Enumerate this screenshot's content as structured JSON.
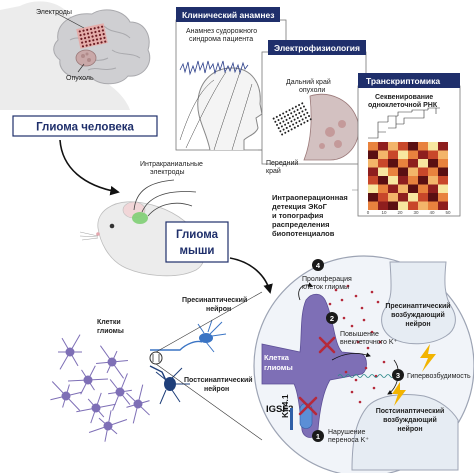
{
  "top_left": {
    "electrodes_label": "Электроды",
    "tumor_label": "Опухоль",
    "human_glioma": "Глиома человека"
  },
  "panel_history": {
    "title": "Клинический анамнез",
    "text_line1": "Анамнез судорожного",
    "text_line2": "синдрома пациента"
  },
  "panel_ephys": {
    "title": "Электрофизиология",
    "distal_line1": "Дальний край",
    "distal_line2": "опухоли",
    "front_line1": "Передний",
    "front_line2": "край"
  },
  "panel_transcript": {
    "title": "Транскриптомика",
    "seq_line1": "Секвенирование",
    "seq_line2": "одноклеточной РНК",
    "x_ticks": [
      "0",
      "10",
      "20",
      "30",
      "40",
      "50"
    ],
    "heatmap_colors": [
      "#f7e7a0",
      "#f3b56a",
      "#e8823e",
      "#c8472a",
      "#8e1e1e",
      "#5a0f12"
    ]
  },
  "middle": {
    "intracranial_line1": "Интракраниальные",
    "intracranial_line2": "электроды",
    "mouse_line1": "Глиома",
    "mouse_line2": "мыши",
    "ecog_lines": [
      "Интраоперационная",
      "детекция ЭКоГ",
      "и топография",
      "распределения",
      "биопотенциалов"
    ]
  },
  "bottom_left": {
    "glia_line1": "Клетки",
    "glia_line2": "глиомы",
    "pre_line1": "Пресинаптический",
    "pre_line2": "нейрон",
    "post_line1": "Постсинаптический",
    "post_line2": "нейрон"
  },
  "bottom_right": {
    "step4": "4",
    "prolif_line1": "Пролиферация",
    "prolif_line2": "клеток глиомы",
    "pre_exc_line1": "Пресинаптический",
    "pre_exc_line2": "возбуждающий",
    "pre_exc_line3": "нейрон",
    "step2": "2",
    "kplus_line1": "Повышение",
    "kplus_line2": "внеклеточного K⁺",
    "glioma_cell_line1": "Клетка",
    "glioma_cell_line2": "глиомы",
    "step3": "3",
    "hyper": "Гипервозбудимость",
    "igsf3": "IGSF3",
    "kir": "Kir4.1",
    "post_exc_line1": "Постсинаптический",
    "post_exc_line2": "возбуждающий",
    "post_exc_line3": "нейрон",
    "step1": "1",
    "disrupt_line1": "Нарушение",
    "disrupt_line2": "переноса K⁺"
  },
  "colors": {
    "header": "#1f2f6b",
    "glioma_purple": "#7e6fb6",
    "neuron_blue": "#3a74c4",
    "accent_red": "#b5293b",
    "bolt": "#f2b400"
  }
}
